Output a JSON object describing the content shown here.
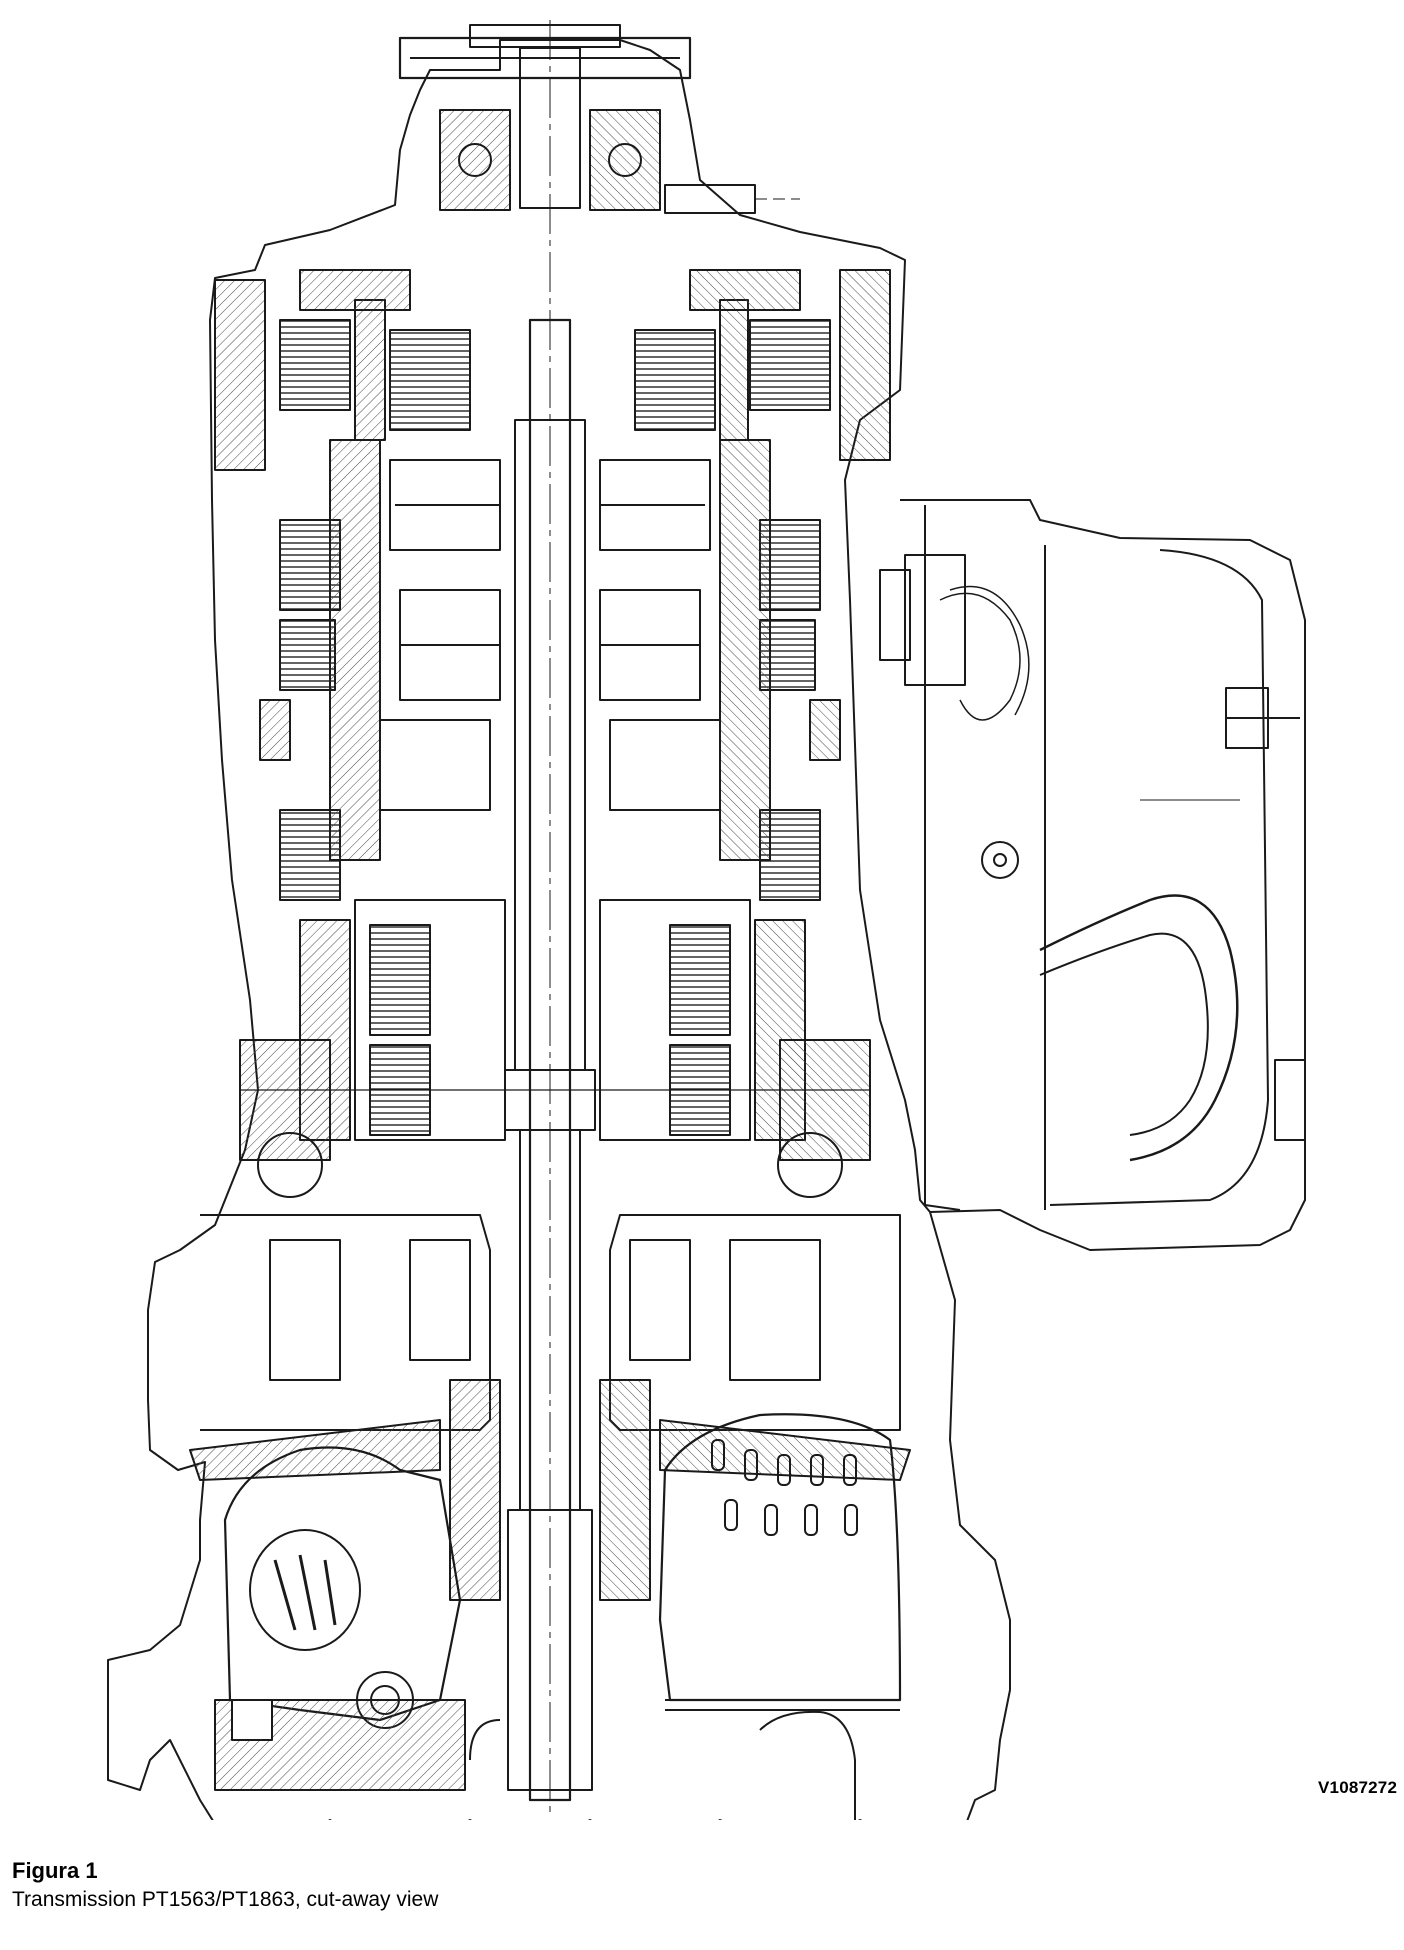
{
  "figure": {
    "reference_code": "V1087272",
    "title": "Figura 1",
    "caption": "Transmission PT1563/PT1863, cut-away view"
  },
  "colors": {
    "ink": "#1a1a1a",
    "hatch": "#4a4a4a",
    "background": "#ffffff"
  }
}
